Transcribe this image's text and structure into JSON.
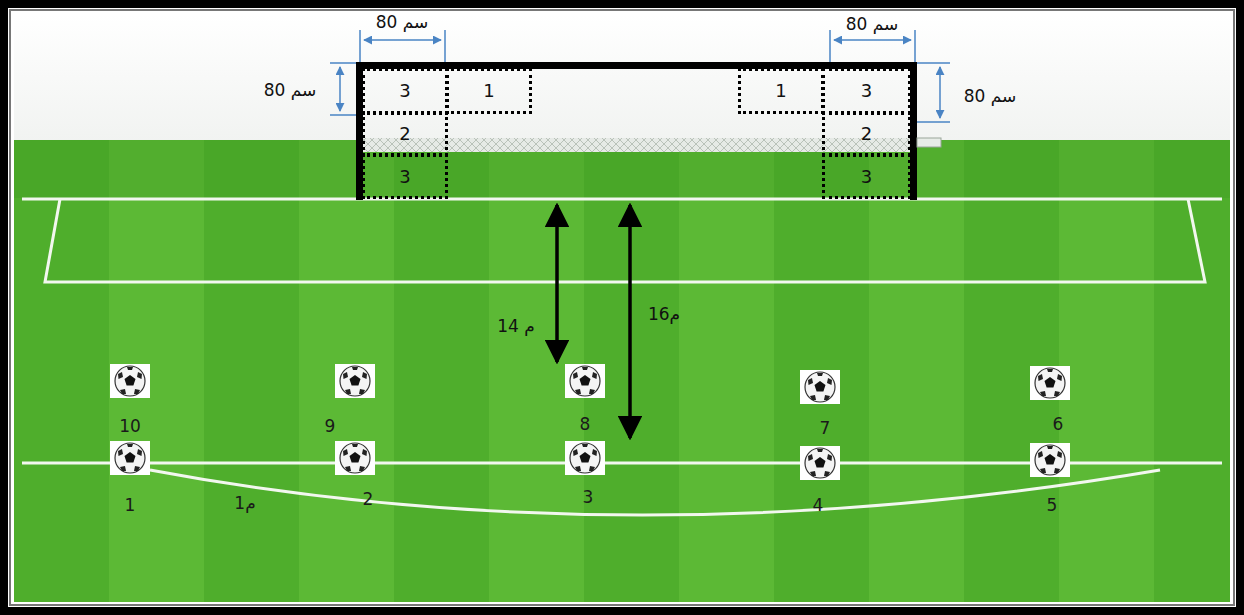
{
  "diagram": {
    "nodes": [
      {
        "text": [
          "3"
        ]
      },
      {
        "text": [
          "1"
        ]
      },
      {
        "text": [
          "1"
        ]
      },
      {
        "text": [
          "3"
        ]
      },
      {
        "text": [
          "2"
        ]
      },
      {
        "text": [
          "2"
        ]
      },
      {
        "text": [
          "3"
        ]
      },
      {
        "text": [
          "3"
        ]
      }
    ],
    "labels": [
      "80 سم",
      "80 سم",
      "80 سم",
      "80 سم",
      "14 م",
      "16م",
      "10",
      "9",
      "8",
      "7",
      "6",
      "1",
      "2",
      "3",
      "4",
      "5",
      "1م"
    ]
  }
}
